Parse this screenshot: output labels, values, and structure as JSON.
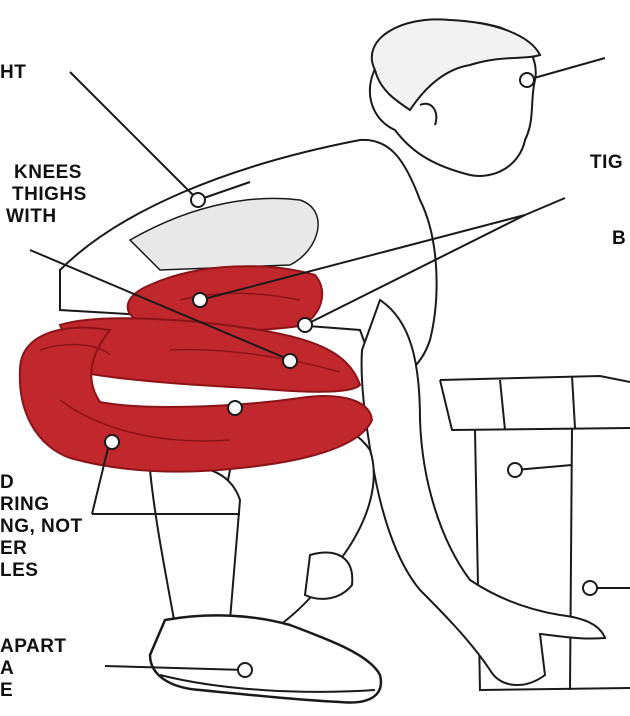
{
  "labels": {
    "top_left": [
      "HT"
    ],
    "knees": [
      "KNEES",
      "THIGHS",
      "WITH"
    ],
    "legs": [
      "D",
      "RING",
      "NG, NOT",
      "ER",
      "LES"
    ],
    "feet": [
      "APART",
      "A",
      "E"
    ],
    "right_top": [
      "TIG",
      "B"
    ]
  },
  "colors": {
    "muscle": "#c0282d",
    "muscle_dark": "#8c1418",
    "outline": "#1a1a1a",
    "dot_fill": "#ffffff"
  }
}
